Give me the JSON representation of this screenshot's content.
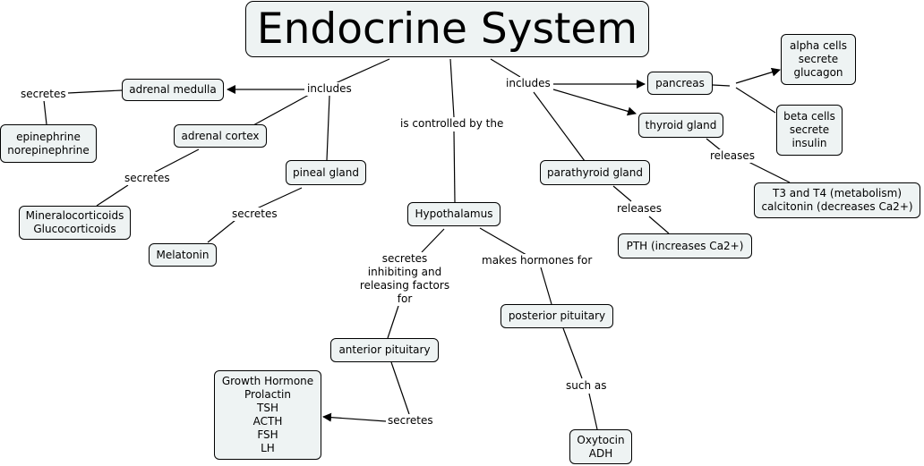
{
  "diagram": {
    "title": "Endocrine System",
    "nodes": {
      "adrenal_medulla": "adrenal medulla",
      "epinephrine": "epinephrine\nnorepinephrine",
      "adrenal_cortex": "adrenal cortex",
      "mineralocorticoids": "Mineralocorticoids\nGlucocorticoids",
      "pineal_gland": "pineal gland",
      "melatonin": "Melatonin",
      "hypothalamus": "Hypothalamus",
      "anterior_pituitary": "anterior pituitary",
      "growth_hormones": "Growth Hormone\nProlactin\nTSH\nACTH\nFSH\nLH",
      "posterior_pituitary": "posterior pituitary",
      "oxytocin": "Oxytocin\nADH",
      "parathyroid_gland": "parathyroid gland",
      "pth": "PTH (increases Ca2+)",
      "pancreas": "pancreas",
      "alpha_cells": "alpha cells\nsecrete\nglucagon",
      "beta_cells": "beta cells\nsecrete\ninsulin",
      "thyroid_gland": "thyroid gland",
      "t3_t4": "T3 and T4 (metabolism)\ncalcitonin (decreases Ca2+)"
    },
    "labels": {
      "secretes_medulla": "secretes",
      "includes_left": "includes",
      "secretes_cortex": "secretes",
      "secretes_pineal": "secretes",
      "controlled_by": "is controlled by the",
      "includes_right": "includes",
      "secretes_factors": "secretes\ninhibiting and\nreleasing factors\nfor",
      "makes_hormones": "makes hormones for",
      "secretes_anterior": "secretes",
      "such_as": "such as",
      "releases_parathyroid": "releases",
      "releases_thyroid": "releases"
    }
  }
}
